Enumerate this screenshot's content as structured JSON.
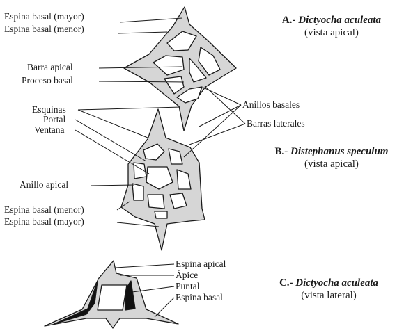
{
  "panels": [
    {
      "letter": "A.-",
      "species": "Dictyocha aculeata",
      "view": "(vista apical)"
    },
    {
      "letter": "B.-",
      "species": "Distephanus speculum",
      "view": "(vista apical)"
    },
    {
      "letter": "C.-",
      "species": "Dictyocha aculeata",
      "view": "(vista lateral)"
    }
  ],
  "labels": {
    "espina_basal_mayor_a": "Espina basal (mayor)",
    "espina_basal_menor_a": "Espina basal (menor)",
    "barra_apical": "Barra apical",
    "proceso_basal": "Proceso basal",
    "anillos_basales": "Anillos basales",
    "barras_laterales": "Barras laterales",
    "esquinas": "Esquinas",
    "portal": "Portal",
    "ventana": "Ventana",
    "anillo_apical": "Anillo apical",
    "espina_basal_menor_b": "Espina basal (menor)",
    "espina_basal_mayor_b": "Espina basal (mayor)",
    "espina_apical": "Espina apical",
    "apice": "Ápice",
    "puntal": "Puntal",
    "espina_basal_c": "Espina basal"
  },
  "colors": {
    "skeleton_fill": "#d6d6d6",
    "ink": "#1a1a1a",
    "dark_fill": "#111111"
  }
}
